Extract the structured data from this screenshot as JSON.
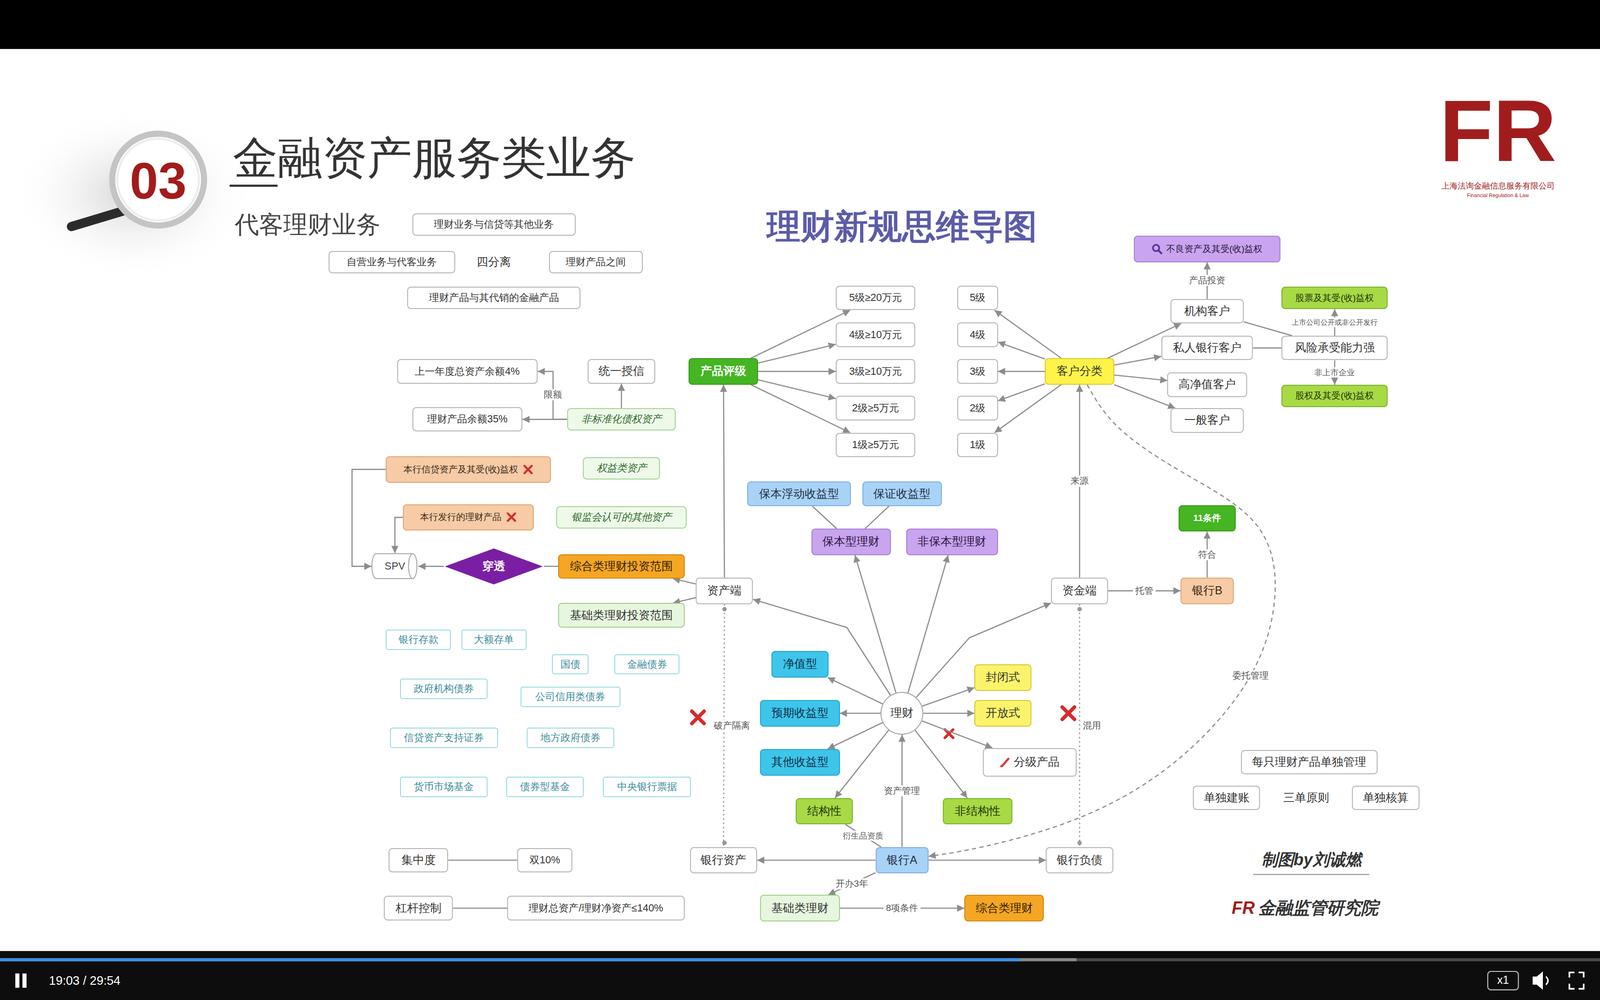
{
  "diagram": {
    "title": "金融资产服务类业务",
    "nodes": [
      {
        "text": [
          "理财业务与信贷等其他业务"
        ]
      },
      {
        "text": [
          "自营业务与代客业务"
        ]
      },
      {
        "text": [
          "理财产品之间"
        ]
      },
      {
        "text": [
          "理财产品与其代销的金融产品"
        ]
      },
      {
        "text": [
          "不良资产及其受(收)益权"
        ]
      },
      {
        "text": [
          "5级≥20万元"
        ]
      },
      {
        "text": [
          "5级"
        ]
      },
      {
        "text": [
          "股票及其受(收)益权"
        ]
      },
      {
        "text": [
          "机构客户"
        ]
      },
      {
        "text": [
          "4级≥10万元"
        ]
      },
      {
        "text": [
          "4级"
        ]
      },
      {
        "text": [
          "私人银行客户"
        ]
      },
      {
        "text": [
          "风险承受能力强"
        ]
      },
      {
        "text": [
          "上一年度总资产余额4%"
        ]
      },
      {
        "text": [
          "统一授信"
        ]
      },
      {
        "text": [
          "产品评级"
        ]
      },
      {
        "text": [
          "3级≥10万元"
        ]
      },
      {
        "text": [
          "3级"
        ]
      },
      {
        "text": [
          "客户分类"
        ]
      },
      {
        "text": [
          "高净值客户"
        ]
      },
      {
        "text": [
          "股权及其受(收)益权"
        ]
      },
      {
        "text": [
          "2级≥5万元"
        ]
      },
      {
        "text": [
          "2级"
        ]
      },
      {
        "text": [
          "理财产品余额35%"
        ]
      },
      {
        "text": [
          "非标准化债权资产"
        ]
      },
      {
        "text": [
          "一般客户"
        ]
      },
      {
        "text": [
          "1级≥5万元"
        ]
      },
      {
        "text": [
          "1级"
        ]
      },
      {
        "text": [
          "本行信贷资产及其受(收)益权"
        ]
      },
      {
        "text": [
          "权益类资产"
        ]
      },
      {
        "text": [
          "保本浮动收益型"
        ]
      },
      {
        "text": [
          "保证收益型"
        ]
      },
      {
        "text": [
          "本行发行的理财产品"
        ]
      },
      {
        "text": [
          "银监会认可的其他资产"
        ]
      },
      {
        "text": [
          "11条件"
        ]
      },
      {
        "text": [
          "保本型理财"
        ]
      },
      {
        "text": [
          "非保本型理财"
        ]
      },
      {
        "text": [
          "SPV"
        ]
      },
      {
        "text": [
          "穿透"
        ]
      },
      {
        "text": [
          "综合类理财投资范围"
        ]
      },
      {
        "text": [
          "资产端"
        ]
      },
      {
        "text": [
          "资金端"
        ]
      },
      {
        "text": [
          "银行B"
        ]
      },
      {
        "text": [
          "基础类理财投资范围"
        ]
      },
      {
        "text": [
          "银行存款"
        ]
      },
      {
        "text": [
          "大额存单"
        ]
      },
      {
        "text": [
          "国债"
        ]
      },
      {
        "text": [
          "金融债券"
        ]
      },
      {
        "text": [
          "净值型"
        ]
      },
      {
        "text": [
          "封闭式"
        ]
      },
      {
        "text": [
          "政府机构债券"
        ]
      },
      {
        "text": [
          "公司信用类债券"
        ]
      },
      {
        "text": [
          "理财"
        ]
      },
      {
        "text": [
          "预期收益型"
        ]
      },
      {
        "text": [
          "开放式"
        ]
      },
      {
        "text": [
          "信贷资产支持证券"
        ]
      },
      {
        "text": [
          "地方政府债券"
        ]
      },
      {
        "text": [
          "其他收益型"
        ]
      },
      {
        "text": [
          "分级产品"
        ]
      },
      {
        "text": [
          "每只理财产品单独管理"
        ]
      },
      {
        "text": [
          "货币市场基金"
        ]
      },
      {
        "text": [
          "债券型基金"
        ]
      },
      {
        "text": [
          "中央银行票据"
        ]
      },
      {
        "text": [
          "单独建账"
        ]
      },
      {
        "text": [
          "单独核算"
        ]
      },
      {
        "text": [
          "结构性"
        ]
      },
      {
        "text": [
          "非结构性"
        ]
      },
      {
        "text": [
          "集中度"
        ]
      },
      {
        "text": [
          "双10%"
        ]
      },
      {
        "text": [
          "银行资产"
        ]
      },
      {
        "text": [
          "银行A"
        ]
      },
      {
        "text": [
          "银行负债"
        ]
      },
      {
        "text": [
          "杠杆控制"
        ]
      },
      {
        "text": [
          "理财总资产/理财净资产≤140%"
        ]
      },
      {
        "text": [
          "基础类理财"
        ]
      },
      {
        "text": [
          "综合类理财"
        ]
      }
    ],
    "edges": [
      {
        "from": 24,
        "to": 14,
        "arrow": "to"
      },
      {
        "from": 24,
        "to": 13,
        "arrow": "to",
        "label": "限额"
      },
      {
        "from": 24,
        "to": 23,
        "arrow": "to"
      },
      {
        "from": 28,
        "to": 37,
        "arrow": "to"
      },
      {
        "from": 32,
        "to": 37,
        "arrow": "to"
      },
      {
        "from": 38,
        "to": 37,
        "arrow": "to"
      },
      {
        "from": 39,
        "to": 38,
        "arrow": "none"
      },
      {
        "from": 40,
        "to": 39,
        "arrow": "to"
      },
      {
        "from": 40,
        "to": 43,
        "arrow": "to"
      },
      {
        "from": 40,
        "to": 15,
        "arrow": "to"
      },
      {
        "from": 15,
        "to": 5,
        "arrow": "to"
      },
      {
        "from": 15,
        "to": 9,
        "arrow": "to"
      },
      {
        "from": 15,
        "to": 16,
        "arrow": "to"
      },
      {
        "from": 15,
        "to": 21,
        "arrow": "to"
      },
      {
        "from": 15,
        "to": 26,
        "arrow": "to"
      },
      {
        "from": 18,
        "to": 6,
        "arrow": "to"
      },
      {
        "from": 18,
        "to": 10,
        "arrow": "to"
      },
      {
        "from": 18,
        "to": 17,
        "arrow": "to"
      },
      {
        "from": 18,
        "to": 22,
        "arrow": "to"
      },
      {
        "from": 18,
        "to": 27,
        "arrow": "to"
      },
      {
        "from": 18,
        "to": 8,
        "arrow": "to"
      },
      {
        "from": 18,
        "to": 11,
        "arrow": "to"
      },
      {
        "from": 18,
        "to": 19,
        "arrow": "to"
      },
      {
        "from": 18,
        "to": 25,
        "arrow": "to"
      },
      {
        "from": 8,
        "to": 4,
        "arrow": "to",
        "label": "产品投资"
      },
      {
        "from": 8,
        "to": 12,
        "arrow": "none"
      },
      {
        "from": 11,
        "to": 12,
        "arrow": "none"
      },
      {
        "from": 12,
        "to": 7,
        "arrow": "to",
        "label": "上市公司公开或非公开发行"
      },
      {
        "from": 12,
        "to": 20,
        "arrow": "to",
        "label": "非上市企业"
      },
      {
        "from": 41,
        "to": 18,
        "arrow": "to",
        "label": "来源"
      },
      {
        "from": 41,
        "to": 42,
        "arrow": "to",
        "label": "托管"
      },
      {
        "from": 42,
        "to": 34,
        "arrow": "to",
        "label": "符合"
      },
      {
        "from": 18,
        "to": 70,
        "arrow": "to",
        "label": "委托管理"
      },
      {
        "from": 52,
        "to": 40,
        "arrow": "to"
      },
      {
        "from": 52,
        "to": 41,
        "arrow": "to"
      },
      {
        "from": 52,
        "to": 35,
        "arrow": "to"
      },
      {
        "from": 52,
        "to": 36,
        "arrow": "to"
      },
      {
        "from": 52,
        "to": 48,
        "arrow": "to"
      },
      {
        "from": 52,
        "to": 53,
        "arrow": "to"
      },
      {
        "from": 52,
        "to": 57,
        "arrow": "to"
      },
      {
        "from": 52,
        "to": 49,
        "arrow": "to"
      },
      {
        "from": 52,
        "to": 54,
        "arrow": "to"
      },
      {
        "from": 52,
        "to": 58,
        "arrow": "to"
      },
      {
        "from": 52,
        "to": 65,
        "arrow": "to"
      },
      {
        "from": 52,
        "to": 66,
        "arrow": "to"
      },
      {
        "from": 35,
        "to": 30,
        "arrow": "none"
      },
      {
        "from": 35,
        "to": 31,
        "arrow": "none"
      },
      {
        "from": 70,
        "to": 52,
        "arrow": "to",
        "label": "资产管理"
      },
      {
        "from": 70,
        "to": 65,
        "arrow": "none",
        "label": "衍生品资质"
      },
      {
        "from": 70,
        "to": 69,
        "arrow": "to"
      },
      {
        "from": 70,
        "to": 71,
        "arrow": "to"
      },
      {
        "from": 40,
        "to": 69,
        "arrow": "none",
        "label": "破产隔离"
      },
      {
        "from": 41,
        "to": 71,
        "arrow": "none",
        "label": "混用"
      },
      {
        "from": 70,
        "to": 74,
        "arrow": "to",
        "label": "开办3年"
      },
      {
        "from": 74,
        "to": 75,
        "arrow": "to",
        "label": "8项条件"
      },
      {
        "from": 67,
        "to": 68,
        "arrow": "none"
      },
      {
        "from": 72,
        "to": 73,
        "arrow": "none"
      }
    ],
    "labels": [
      "03",
      "代客理财业务",
      "四分离",
      "理财新规思维导图",
      "FR",
      "上海法询金融信息服务有限公司",
      "Financial Regulation & Law",
      "三单原则",
      "制图by刘诚燃",
      "FR",
      "金融监管研究院",
      "19:03 / 29:54",
      "x1"
    ]
  }
}
